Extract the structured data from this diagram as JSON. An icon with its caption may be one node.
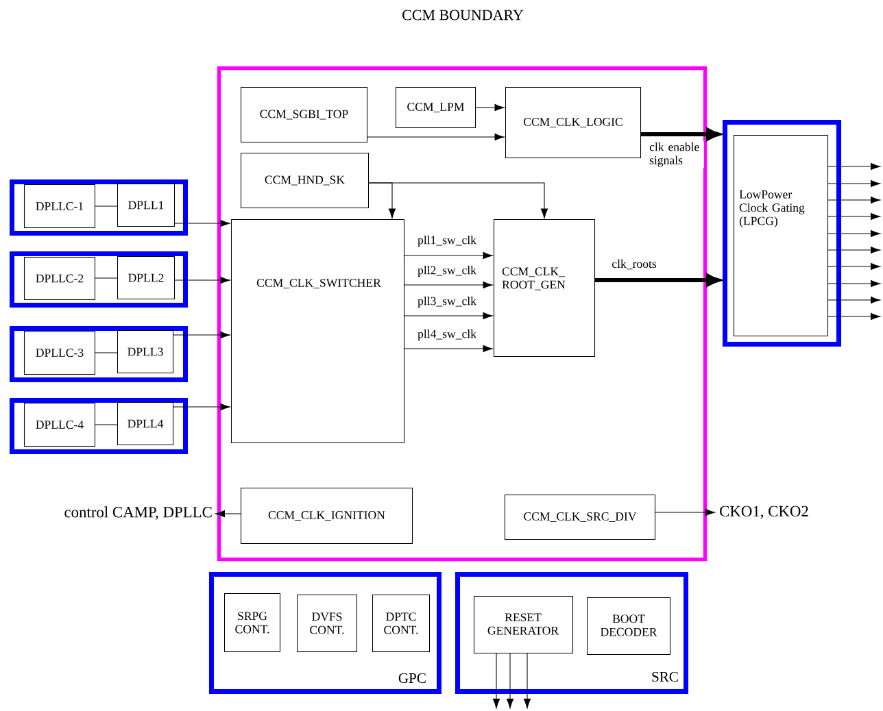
{
  "diagram": {
    "nodes": [
      {
        "text": [
          "CCM BOUNDARY"
        ]
      },
      {
        "text": [
          "CCM_SGBI_TOP"
        ],
        "in": 0
      },
      {
        "text": [
          "CCM_LPM"
        ],
        "in": 0
      },
      {
        "text": [
          "CCM_CLK_LOGIC"
        ],
        "in": 0
      },
      {
        "text": [
          "CCM_HND_SK"
        ],
        "in": 0
      },
      {
        "text": [],
        "shape": "box"
      },
      {
        "text": [
          "DPLLC-1"
        ],
        "in": 5
      },
      {
        "text": [
          "DPLL1"
        ],
        "in": 5
      },
      {
        "text": [],
        "shape": "box"
      },
      {
        "text": [
          "DPLLC-2"
        ],
        "in": 8
      },
      {
        "text": [
          "DPLL2"
        ],
        "in": 8
      },
      {
        "text": [],
        "shape": "box"
      },
      {
        "text": [
          "DPLLC-3"
        ],
        "in": 11
      },
      {
        "text": [
          "DPLL3"
        ],
        "in": 11
      },
      {
        "text": [],
        "shape": "box"
      },
      {
        "text": [
          "DPLLC-4"
        ],
        "in": 14
      },
      {
        "text": [
          "DPLL4"
        ],
        "in": 14
      },
      {
        "text": [
          "CCM_CLK_SWITCHER"
        ],
        "in": 0
      },
      {
        "text": [
          "CCM_CLK_ ROOT_GEN"
        ],
        "in": 0
      },
      {
        "text": [],
        "shape": "box"
      },
      {
        "text": [
          "LowPower Clock Gating (LPCG)"
        ],
        "in": 19
      },
      {
        "text": [
          "CCM_CLK_IGNITION"
        ],
        "in": 0
      },
      {
        "text": [
          "CCM_CLK_SRC_DIV"
        ],
        "in": 0
      },
      {
        "text": [
          "control CAMP, DPLLC"
        ]
      },
      {
        "text": [
          "CKO1, CKO2"
        ]
      },
      {
        "text": [
          "GPC"
        ]
      },
      {
        "text": [
          "SRPG CONT."
        ],
        "in": 25
      },
      {
        "text": [
          "DVFS CONT."
        ],
        "in": 25
      },
      {
        "text": [
          "DPTC CONT."
        ],
        "in": 25
      },
      {
        "text": [
          "SRC"
        ]
      },
      {
        "text": [
          "RESET GENERATOR"
        ],
        "in": 29
      },
      {
        "text": [
          "BOOT DECODER"
        ],
        "in": 29
      }
    ],
    "edges": [
      {
        "from": 6,
        "to": 7,
        "arrow": "none"
      },
      {
        "from": 9,
        "to": 10,
        "arrow": "none"
      },
      {
        "from": 12,
        "to": 13,
        "arrow": "none"
      },
      {
        "from": 15,
        "to": 16,
        "arrow": "none"
      },
      {
        "from": 7,
        "to": 17,
        "arrow": "to"
      },
      {
        "from": 10,
        "to": 17,
        "arrow": "to"
      },
      {
        "from": 13,
        "to": 17,
        "arrow": "to"
      },
      {
        "from": 16,
        "to": 17,
        "arrow": "to"
      },
      {
        "from": 2,
        "to": 3,
        "arrow": "to"
      },
      {
        "from": 1,
        "to": 3,
        "arrow": "to"
      },
      {
        "from": 4,
        "to": 17,
        "arrow": "to"
      },
      {
        "from": 4,
        "to": 18,
        "arrow": "to"
      },
      {
        "from": 17,
        "to": 18,
        "arrow": "to",
        "label": "pll1_sw_clk"
      },
      {
        "from": 17,
        "to": 18,
        "arrow": "to",
        "label": "pll2_sw_clk"
      },
      {
        "from": 17,
        "to": 18,
        "arrow": "to",
        "label": "pll3_sw_clk"
      },
      {
        "from": 17,
        "to": 18,
        "arrow": "to",
        "label": "pll4_sw_clk"
      },
      {
        "from": 3,
        "to": 19,
        "arrow": "to",
        "label": "clk enable signals",
        "style": "thick"
      },
      {
        "from": 18,
        "to": 19,
        "arrow": "to",
        "label": "clk_roots",
        "style": "thick"
      },
      {
        "from": 21,
        "to": 23,
        "arrow": "to"
      },
      {
        "from": 22,
        "to": 24,
        "arrow": "to"
      },
      {
        "from": 20,
        "to": null,
        "arrow": "to"
      },
      {
        "from": 20,
        "to": null,
        "arrow": "to"
      },
      {
        "from": 20,
        "to": null,
        "arrow": "to"
      },
      {
        "from": 20,
        "to": null,
        "arrow": "to"
      },
      {
        "from": 20,
        "to": null,
        "arrow": "to"
      },
      {
        "from": 20,
        "to": null,
        "arrow": "to"
      },
      {
        "from": 20,
        "to": null,
        "arrow": "to"
      },
      {
        "from": 20,
        "to": null,
        "arrow": "to"
      },
      {
        "from": 20,
        "to": null,
        "arrow": "to"
      },
      {
        "from": 20,
        "to": null,
        "arrow": "to"
      },
      {
        "from": 30,
        "to": null,
        "arrow": "to"
      },
      {
        "from": 30,
        "to": null,
        "arrow": "to"
      },
      {
        "from": 30,
        "to": null,
        "arrow": "to"
      }
    ]
  }
}
